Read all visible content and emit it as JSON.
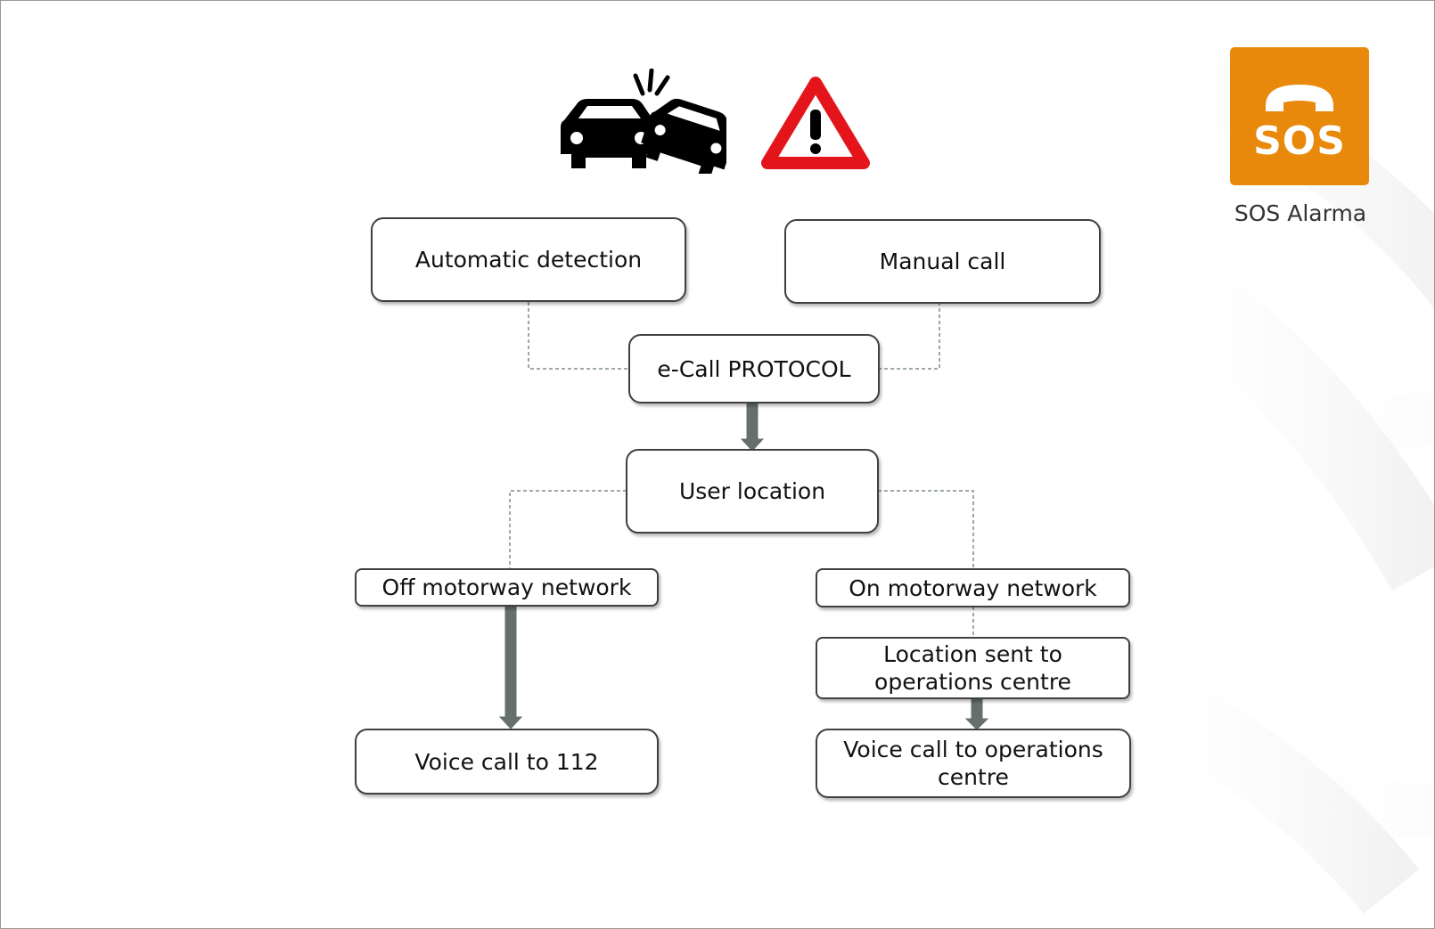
{
  "brand": {
    "logo_text": "SOS",
    "name": "SOS Alarma",
    "logo_color": "#e8890c"
  },
  "icons": [
    "car-crash-icon",
    "warning-triangle-icon",
    "phone-handset-icon"
  ],
  "colors": {
    "arrow": "#66706a",
    "connector": "#7f8c8d",
    "warning": "#e3151a"
  },
  "nodes": {
    "automatic": "Automatic detection",
    "manual": "Manual call",
    "protocol": "e-Call PROTOCOL",
    "location": "User location",
    "off_motorway": "Off motorway network",
    "on_motorway": "On motorway network",
    "location_sent": "Location sent to operations centre",
    "voice_112": "Voice call to 112",
    "voice_ops": "Voice call to operations centre"
  }
}
